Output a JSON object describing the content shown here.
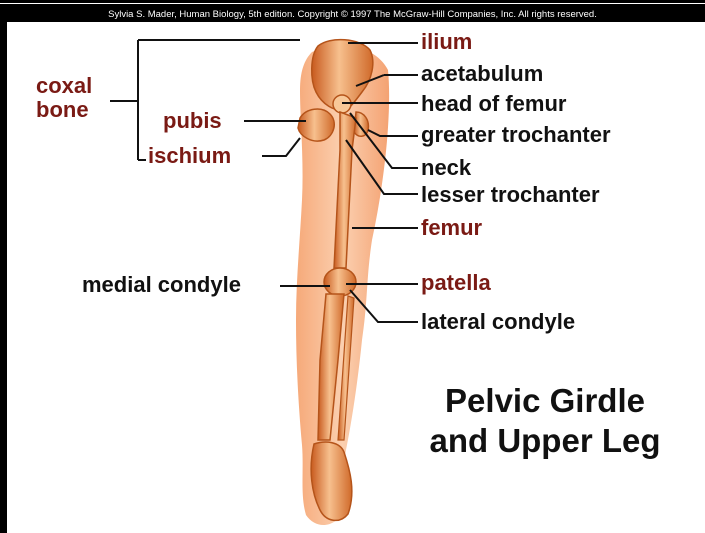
{
  "credit": "Sylvia S. Mader, Human Biology, 5th edition. Copyright © 1997 The McGraw-Hill Companies, Inc. All rights reserved.",
  "labels": {
    "coxal_bone_line1": "coxal",
    "coxal_bone_line2": "bone",
    "pubis": "pubis",
    "ischium": "ischium",
    "ilium": "ilium",
    "acetabulum": "acetabulum",
    "head_of_femur": "head of femur",
    "greater_trochanter": "greater trochanter",
    "neck": "neck",
    "lesser_trochanter": "lesser trochanter",
    "femur": "femur",
    "medial_condyle": "medial condyle",
    "patella": "patella",
    "lateral_condyle": "lateral condyle"
  },
  "title": {
    "line1": "Pelvic Girdle",
    "line2": "and Upper Leg"
  },
  "colors": {
    "label_dark": "#111111",
    "label_maroon": "#7a1a14",
    "leg_skin": "#f7b98e",
    "bone": "#f0a060"
  }
}
